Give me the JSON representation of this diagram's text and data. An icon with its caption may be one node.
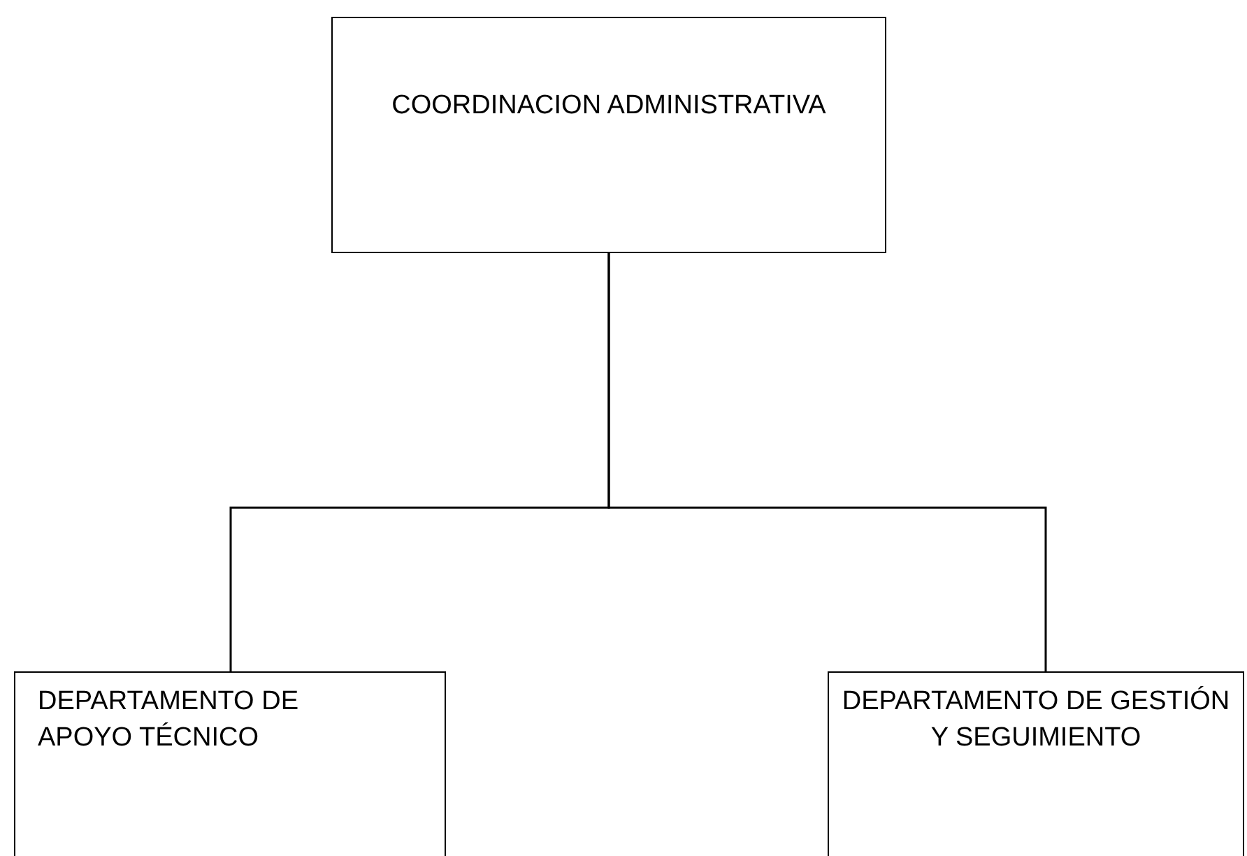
{
  "diagram": {
    "nodes": [
      {
        "text": [
          "COORDINACION ADMINISTRATIVA"
        ]
      },
      {
        "text": [
          "DEPARTAMENTO DE APOYO TÉCNICO"
        ]
      },
      {
        "text": [
          "DEPARTAMENTO DE GESTIÓN Y SEGUIMIENTO"
        ]
      }
    ],
    "edges": [
      {
        "from": 0,
        "to": 1,
        "arrow": "none"
      },
      {
        "from": 0,
        "to": 2,
        "arrow": "none"
      }
    ]
  }
}
